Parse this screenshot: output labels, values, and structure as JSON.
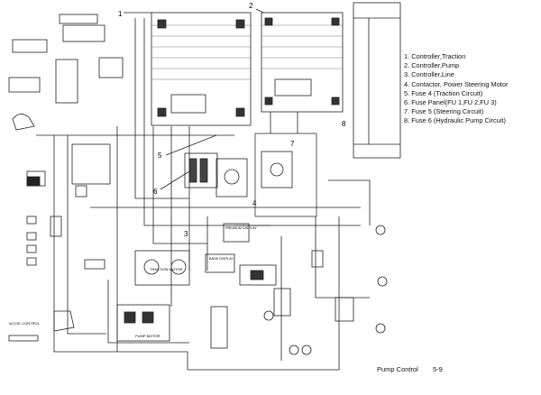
{
  "legend": {
    "items": [
      "1.   Controller,Traction",
      "2.   Controller,Pump",
      "3.   Controller,Line",
      "4.   Contactor, Power Steering Motor",
      "5.   Fuse 4 (Traction Circuit)",
      "6.   Fuse Panel(FU 1,FU 2,FU 3)",
      "7.   Fuse 5 (Steering Circuit)",
      "8.   Fuse 6 (Hydraulic Pump Circuit)"
    ]
  },
  "callouts": [
    "1",
    "2",
    "3",
    "4",
    "5",
    "6",
    "7",
    "8"
  ],
  "component_labels": {
    "traction_motor": "TRACTION MOTOR",
    "pump_motor": "PUMP MOTOR",
    "premium_display": "PREMIUM DISPLAY",
    "base_display": "BASE DISPLAY",
    "accel_control": "ACCEL CONTROL"
  },
  "footer": {
    "title": "Pump Control",
    "page": "5-9"
  }
}
